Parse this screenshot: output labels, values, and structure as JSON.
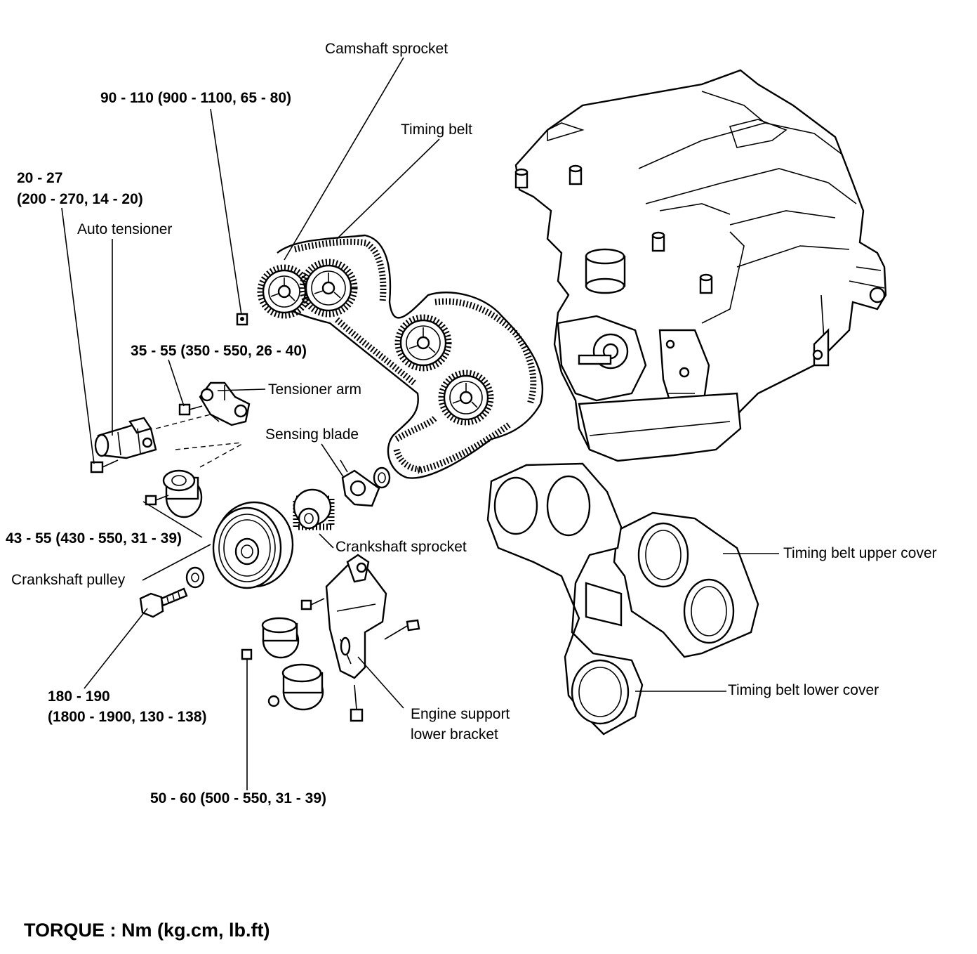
{
  "labels": {
    "camshaft_sprocket": "Camshaft sprocket",
    "timing_belt": "Timing belt",
    "auto_tensioner": "Auto tensioner",
    "tensioner_arm": "Tensioner arm",
    "sensing_blade": "Sensing blade",
    "crankshaft_sprocket": "Crankshaft sprocket",
    "crankshaft_pulley": "Crankshaft pulley",
    "engine_support_line1": "Engine support",
    "engine_support_line2": "lower bracket",
    "upper_cover": "Timing belt upper cover",
    "lower_cover": "Timing belt lower cover"
  },
  "torques": {
    "cam_bolt": "90 - 110 (900 - 1100, 65 - 80)",
    "tensioner_bolt_line1": "20 - 27",
    "tensioner_bolt_line2": "(200 - 270, 14 - 20)",
    "arm_bolt": "35 - 55 (350 - 550, 26 - 40)",
    "idler_bolt": "43 - 55 (430 - 550, 31 - 39)",
    "crank_bolt_line1": "180 - 190",
    "crank_bolt_line2": "(1800 - 1900, 130 - 138)",
    "bracket_bolt": "50 - 60 (500 - 550, 31 - 39)"
  },
  "caption": "TORQUE : Nm (kg.cm, lb.ft)"
}
